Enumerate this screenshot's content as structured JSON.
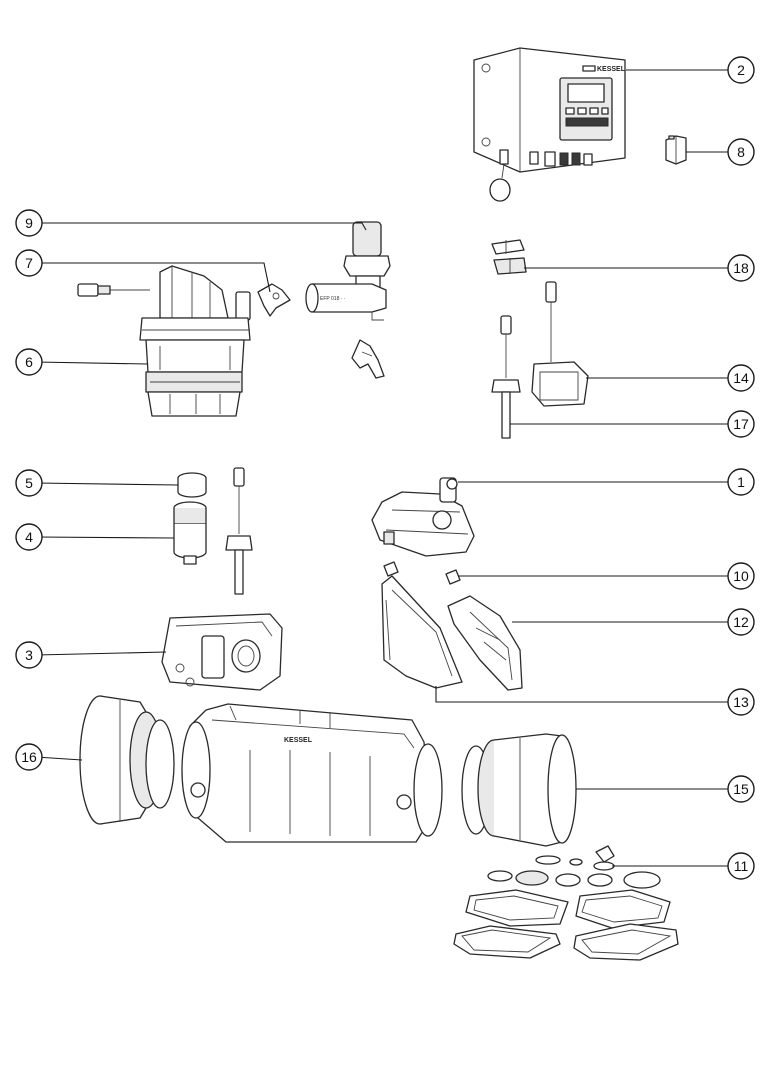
{
  "diagram": {
    "brand_label": "KESSEL",
    "callouts": [
      {
        "id": "callout-1",
        "label": "1"
      },
      {
        "id": "callout-2",
        "label": "2"
      },
      {
        "id": "callout-3",
        "label": "3"
      },
      {
        "id": "callout-4",
        "label": "4"
      },
      {
        "id": "callout-5",
        "label": "5"
      },
      {
        "id": "callout-6",
        "label": "6"
      },
      {
        "id": "callout-7",
        "label": "7"
      },
      {
        "id": "callout-8",
        "label": "8"
      },
      {
        "id": "callout-9",
        "label": "9"
      },
      {
        "id": "callout-10",
        "label": "10"
      },
      {
        "id": "callout-11",
        "label": "11"
      },
      {
        "id": "callout-12",
        "label": "12"
      },
      {
        "id": "callout-13",
        "label": "13"
      },
      {
        "id": "callout-14",
        "label": "14"
      },
      {
        "id": "callout-15",
        "label": "15"
      },
      {
        "id": "callout-16",
        "label": "16"
      },
      {
        "id": "callout-17",
        "label": "17"
      },
      {
        "id": "callout-18",
        "label": "18"
      }
    ]
  }
}
